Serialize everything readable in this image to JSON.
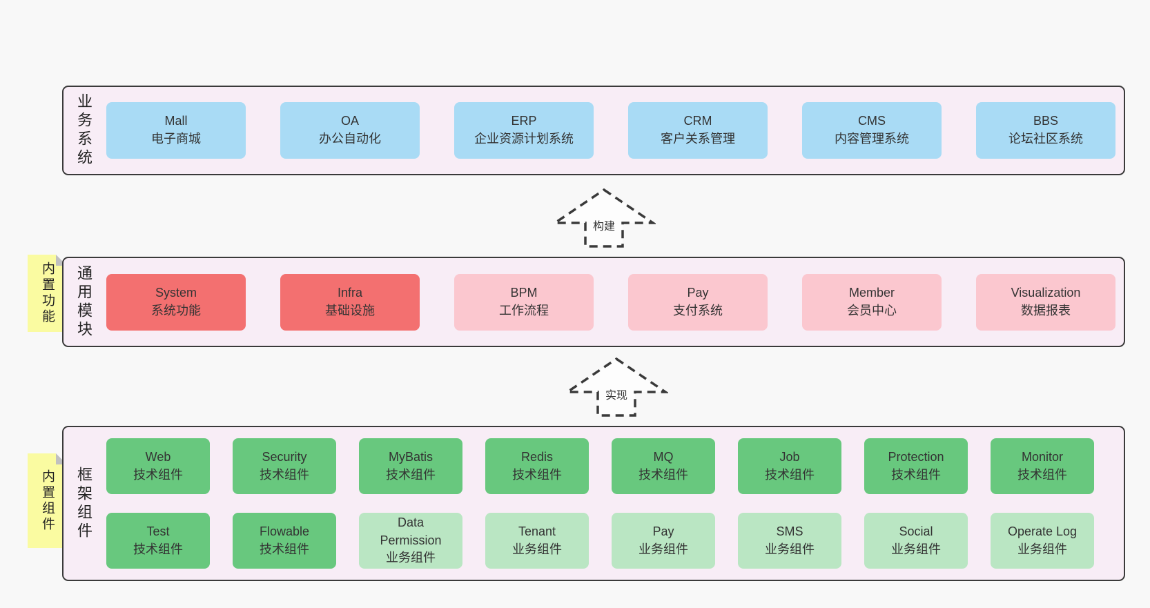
{
  "colors": {
    "page_background": "#f8f8f8",
    "layer_background": "#f8edf6",
    "layer_border": "#3a3a3a",
    "blue": "#a9dbf5",
    "red": "#f37070",
    "pink": "#fbc7cf",
    "green": "#68c87e",
    "light_green": "#bae6c3",
    "sticky_yellow": "#fafba1",
    "sticky_fold": "#c0c0c0",
    "arrow_fill": "#fdfdfd",
    "text": "#333333"
  },
  "layers": [
    {
      "label": "业务系统",
      "sticky": null,
      "rows": [
        [
          {
            "name": "Mall",
            "desc": "电子商城",
            "color": "blue"
          },
          {
            "name": "OA",
            "desc": "办公自动化",
            "color": "blue"
          },
          {
            "name": "ERP",
            "desc": "企业资源计划系统",
            "color": "blue"
          },
          {
            "name": "CRM",
            "desc": "客户关系管理",
            "color": "blue"
          },
          {
            "name": "CMS",
            "desc": "内容管理系统",
            "color": "blue"
          },
          {
            "name": "BBS",
            "desc": "论坛社区系统",
            "color": "blue"
          }
        ]
      ]
    },
    {
      "label": "通用模块",
      "sticky": "内置功能",
      "rows": [
        [
          {
            "name": "System",
            "desc": "系统功能",
            "color": "red"
          },
          {
            "name": "Infra",
            "desc": "基础设施",
            "color": "red"
          },
          {
            "name": "BPM",
            "desc": "工作流程",
            "color": "pink"
          },
          {
            "name": "Pay",
            "desc": "支付系统",
            "color": "pink"
          },
          {
            "name": "Member",
            "desc": "会员中心",
            "color": "pink"
          },
          {
            "name": "Visualization",
            "desc": "数据报表",
            "color": "pink"
          }
        ]
      ]
    },
    {
      "label": "框架组件",
      "sticky": "内置组件",
      "rows": [
        [
          {
            "name": "Web",
            "desc": "技术组件",
            "color": "green"
          },
          {
            "name": "Security",
            "desc": "技术组件",
            "color": "green"
          },
          {
            "name": "MyBatis",
            "desc": "技术组件",
            "color": "green"
          },
          {
            "name": "Redis",
            "desc": "技术组件",
            "color": "green"
          },
          {
            "name": "MQ",
            "desc": "技术组件",
            "color": "green"
          },
          {
            "name": "Job",
            "desc": "技术组件",
            "color": "green"
          },
          {
            "name": "Protection",
            "desc": "技术组件",
            "color": "green"
          },
          {
            "name": "Monitor",
            "desc": "技术组件",
            "color": "green"
          }
        ],
        [
          {
            "name": "Test",
            "desc": "技术组件",
            "color": "green"
          },
          {
            "name": "Flowable",
            "desc": "技术组件",
            "color": "green"
          },
          {
            "name": "Data Permission",
            "desc": "业务组件",
            "color": "light_green"
          },
          {
            "name": "Tenant",
            "desc": "业务组件",
            "color": "light_green"
          },
          {
            "name": "Pay",
            "desc": "业务组件",
            "color": "light_green"
          },
          {
            "name": "SMS",
            "desc": "业务组件",
            "color": "light_green"
          },
          {
            "name": "Social",
            "desc": "业务组件",
            "color": "light_green"
          },
          {
            "name": "Operate Log",
            "desc": "业务组件",
            "color": "light_green"
          }
        ]
      ]
    }
  ],
  "arrows": [
    {
      "label": "构建"
    },
    {
      "label": "实现"
    }
  ]
}
